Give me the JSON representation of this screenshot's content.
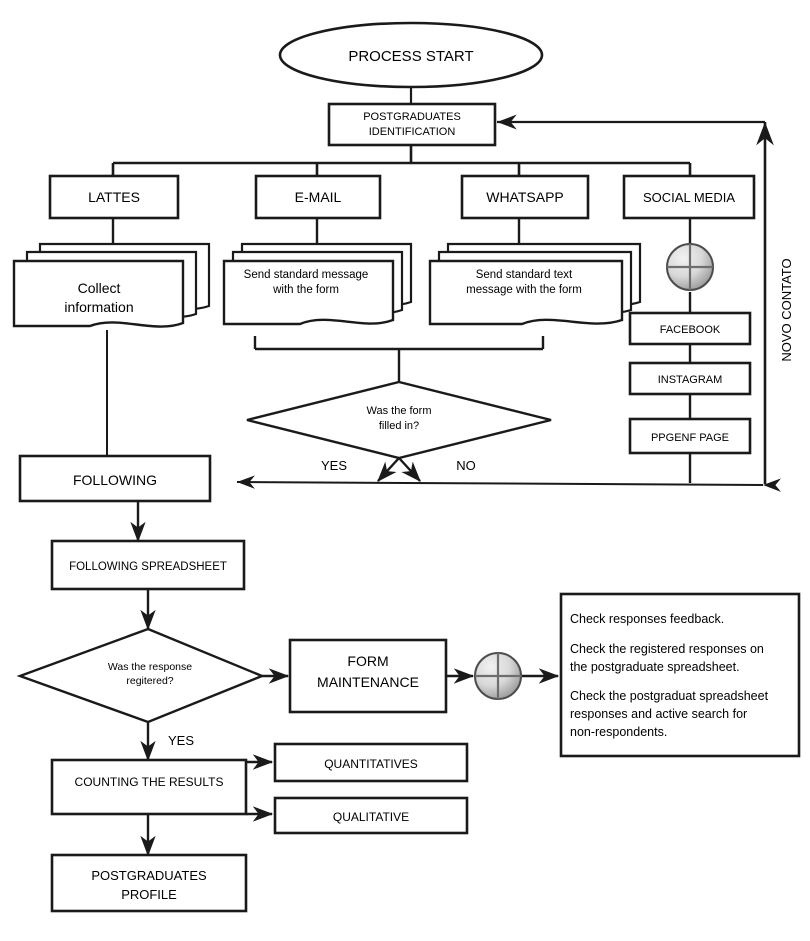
{
  "diagram": {
    "title_label": "PROCESS START",
    "side_label": "NOVO CONTATO",
    "nodes": {
      "start": "PROCESS START",
      "identification_line1": "POSTGRADUATES",
      "identification_line2": "IDENTIFICATION",
      "lattes": "LATTES",
      "email": "E-MAIL",
      "whatsapp": "WHATSAPP",
      "social_media": "SOCIAL MEDIA",
      "collect_line1": "Collect",
      "collect_line2": "information",
      "email_doc_line1": "Send standard message",
      "email_doc_line2": "with the form",
      "whatsapp_doc_line1": "Send standard text",
      "whatsapp_doc_line2": "message with the form",
      "facebook": "FACEBOOK",
      "instagram": "INSTAGRAM",
      "ppgenf": "PPGENF PAGE",
      "decision1_line1": "Was the form",
      "decision1_line2": "filled in?",
      "yes_1": "YES",
      "no_1": "NO",
      "following": "FOLLOWING",
      "following_spreadsheet": "FOLLOWING SPREADSHEET",
      "decision2_line1": "Was the response",
      "decision2_line2": "regitered?",
      "yes_2": "YES",
      "form_maintenance_line1": "FORM",
      "form_maintenance_line2": "MAINTENANCE",
      "counting": "COUNTING THE RESULTS",
      "quantitatives": "QUANTITATIVES",
      "qualitative": "QUALITATIVE",
      "profile_line1": "POSTGRADUATES",
      "profile_line2": "PROFILE"
    },
    "note": {
      "p1": "Check responses feedback.",
      "p2_line1": "Check the registered responses on",
      "p2_line2": "the postgraduate spreadsheet.",
      "p3_line1": "Check the postgraduat spreadsheet",
      "p3_line2": "responses and active search for",
      "p3_line3": "non-respondents."
    },
    "colors": {
      "stroke": "#1a1a1a",
      "fill": "#ffffff",
      "junction_light": "#e8e8e8",
      "junction_dark": "#9a9a9a",
      "text": "#000000"
    }
  }
}
